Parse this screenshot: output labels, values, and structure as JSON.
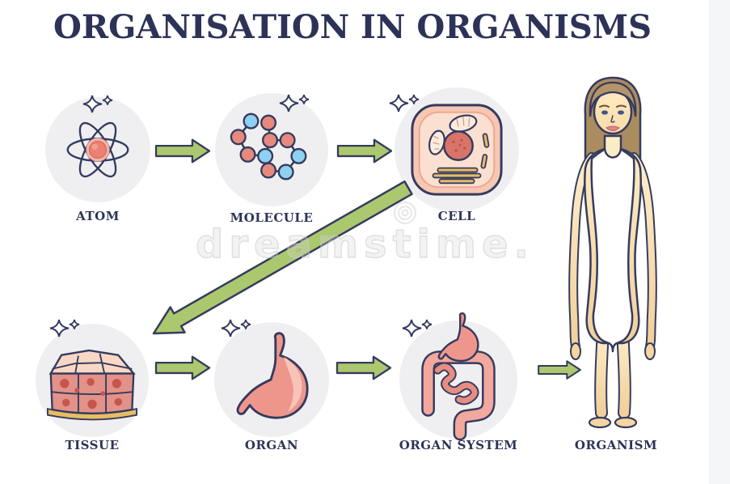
{
  "title": "ORGANISATION IN ORGANISMS",
  "watermark": {
    "text": "dreamstime."
  },
  "stages": [
    {
      "id": "atom",
      "label": "ATOM"
    },
    {
      "id": "molecule",
      "label": "MOLECULE"
    },
    {
      "id": "cell",
      "label": "CELL"
    },
    {
      "id": "tissue",
      "label": "TISSUE"
    },
    {
      "id": "organ",
      "label": "ORGAN"
    },
    {
      "id": "organ-system",
      "label": "ORGAN SYSTEM"
    },
    {
      "id": "organism",
      "label": "ORGANISM"
    }
  ],
  "colors": {
    "ink": "#353b5e",
    "inkTitle": "#2d3357",
    "arrowGreen": "#abc86e",
    "circleBg": "#efeff1",
    "moleculeRed": "#e8897e",
    "moleculeBlue": "#8ed1f0",
    "cellPink": "#f6c7b2",
    "cellInner": "#fbdfd0",
    "nucleusRed": "#d87468",
    "organPink": "#ef968c",
    "organHighlight": "#f8c3b8",
    "tissuePink": "#e29288",
    "tissueTop": "#f8d8c5",
    "spotRed": "#c6564d",
    "organelleYellow": "#e7bd63",
    "intestinePink": "#f2a89d",
    "skin": "#f5d6a2",
    "hair": "#ab8c5f",
    "strip": "#f5f6f8"
  }
}
